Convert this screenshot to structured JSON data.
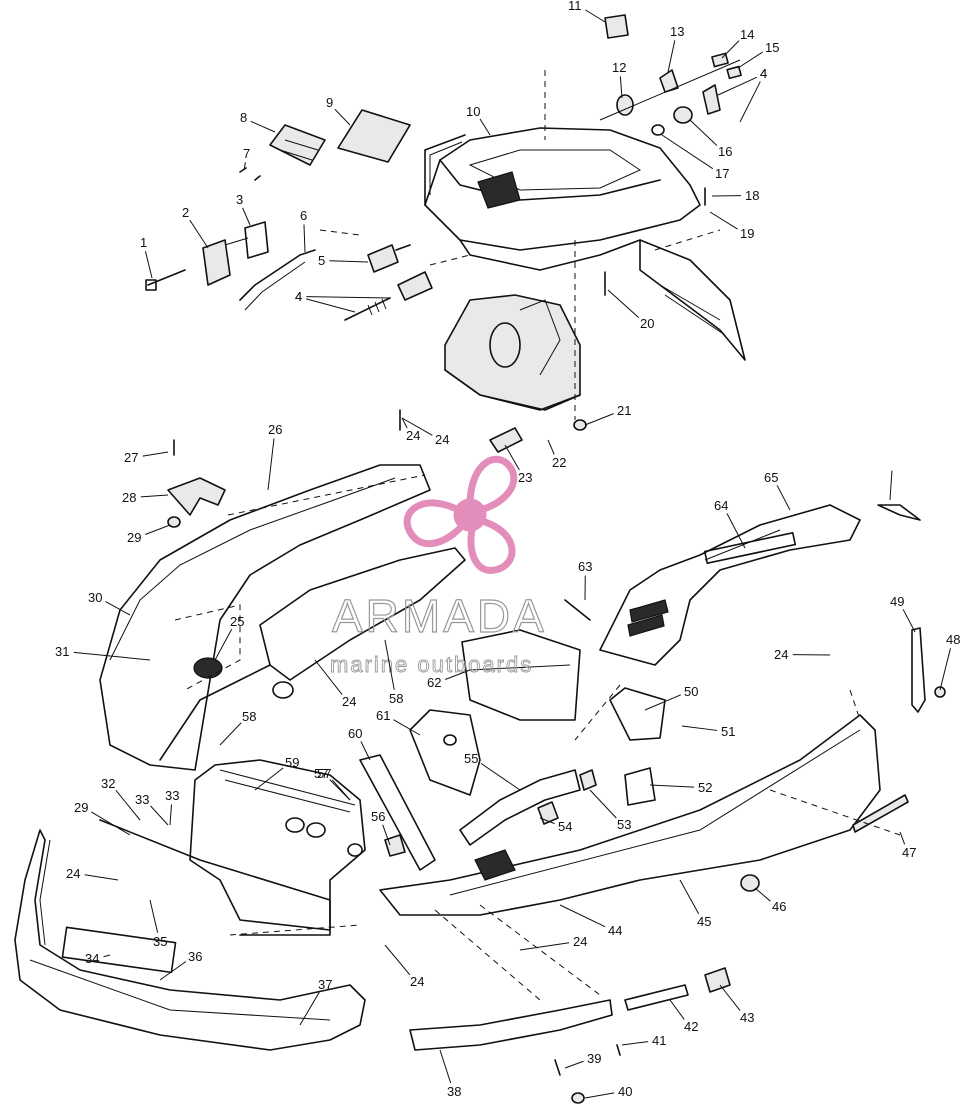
{
  "watermark": {
    "brand": "ARMADA",
    "tagline": "marine outboards",
    "color": "#e38dbb"
  },
  "callouts": [
    "1",
    "2",
    "3",
    "4",
    "5",
    "6",
    "7",
    "8",
    "9",
    "10",
    "11",
    "12",
    "13",
    "14",
    "15",
    "16",
    "17",
    "18",
    "19",
    "20",
    "21",
    "22",
    "23",
    "24",
    "25",
    "26",
    "27",
    "28",
    "29",
    "30",
    "31",
    "32",
    "33",
    "34",
    "35",
    "36",
    "37",
    "38",
    "39",
    "40",
    "41",
    "42",
    "43",
    "44",
    "45",
    "46",
    "47",
    "48",
    "49",
    "50",
    "51",
    "52",
    "53",
    "54",
    "55",
    "56",
    "57",
    "58",
    "59",
    "60",
    "61",
    "62",
    "63",
    "64",
    "65"
  ]
}
